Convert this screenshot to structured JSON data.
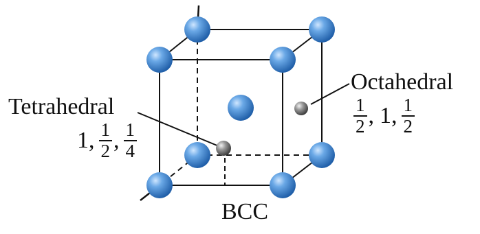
{
  "labels": {
    "octahedral": "Octahedral",
    "tetrahedral": "Tetrahedral",
    "structure": "BCC"
  },
  "octahedral_position": {
    "a_num": "1",
    "a_den": "2",
    "sep1": ",",
    "b": "1",
    "sep2": ",",
    "c_num": "1",
    "c_den": "2"
  },
  "tetrahedral_position": {
    "a": "1",
    "sep1": ",",
    "b_num": "1",
    "b_den": "2",
    "sep2": ",",
    "c_num": "1",
    "c_den": "4"
  },
  "colors": {
    "atom": "#3f86d0",
    "interstitial": "#7a7a7a",
    "line": "#111111"
  }
}
